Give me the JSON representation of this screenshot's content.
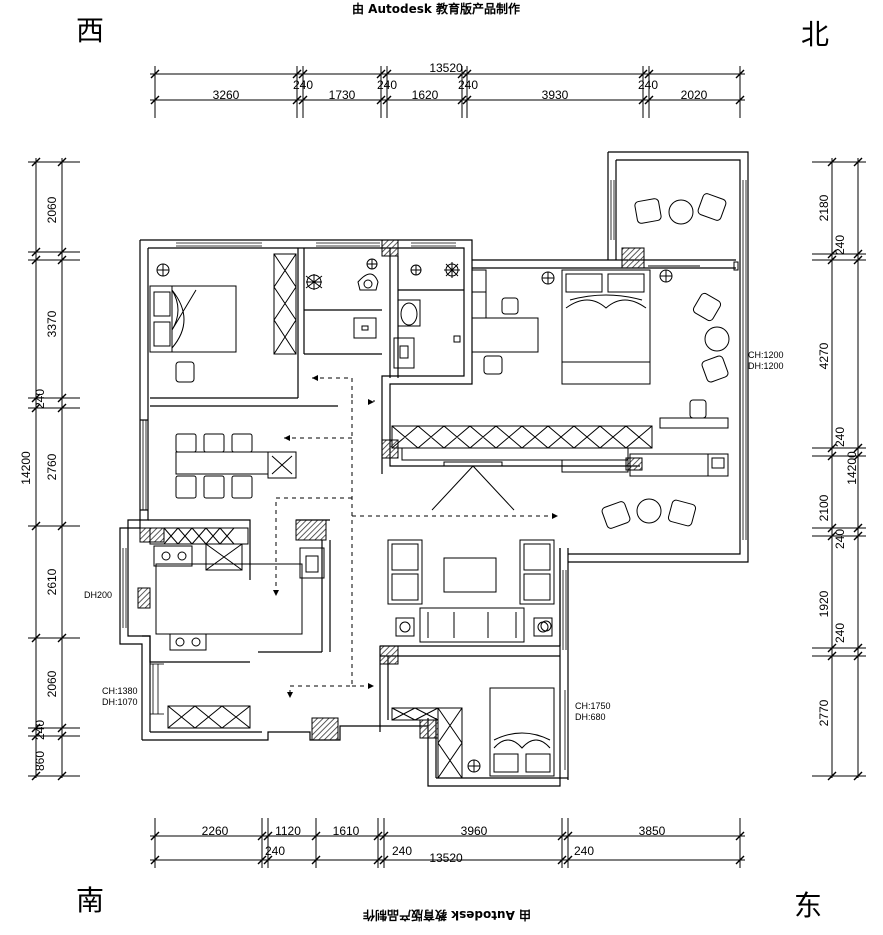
{
  "watermark": {
    "top": "由 Autodesk 教育版产品制作",
    "bottom": "由 Autodesk 教育版产品制作"
  },
  "compass": {
    "west": "西",
    "north": "北",
    "south": "南",
    "east": "东"
  },
  "dimensions": {
    "top_total": "13520",
    "top_segments": [
      "3260",
      "240",
      "1730",
      "240",
      "1620",
      "240",
      "3930",
      "240",
      "2020"
    ],
    "bottom_segments": [
      "2260",
      "1120",
      "1610",
      "3960",
      "3850"
    ],
    "bottom_wall_marks": [
      "240",
      "240",
      "240"
    ],
    "bottom_total": "13520",
    "left_total": "14200",
    "left_segments": [
      "2060",
      "3370",
      "240",
      "2760",
      "2610",
      "2060",
      "240",
      "860"
    ],
    "right_total": "14200",
    "right_segments": [
      "2180",
      "240",
      "4270",
      "240",
      "2100",
      "240",
      "1920",
      "240",
      "2770"
    ]
  },
  "annotations": {
    "ch_dh_balcony": [
      "CH:1200",
      "DH:1200"
    ],
    "dh_kitchen": "DH200",
    "ch_dh_south": [
      "CH:1380",
      "DH:1070"
    ],
    "ch_dh_bedroom": [
      "CH:1750",
      "DH:680"
    ]
  },
  "colors": {
    "line": "#000000",
    "hatch": "#555555",
    "dash": "#000000"
  }
}
